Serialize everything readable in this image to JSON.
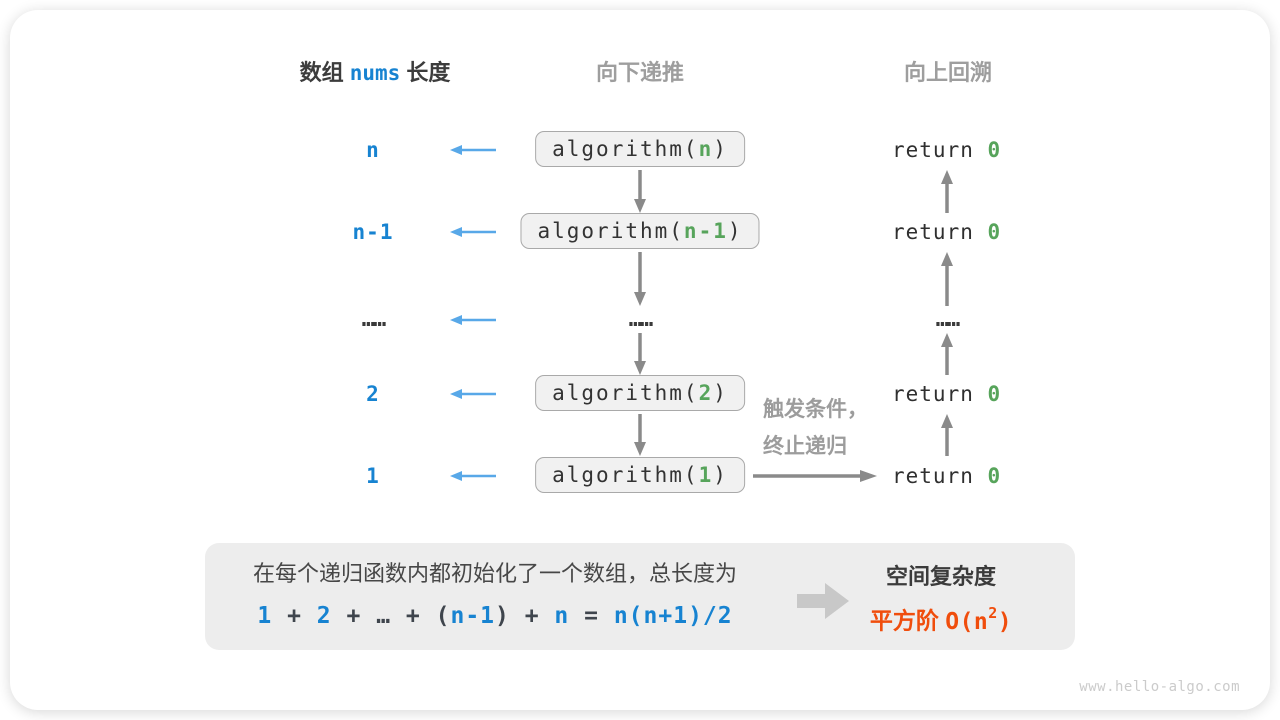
{
  "headers": {
    "left_pre": "数组 ",
    "left_code": "nums",
    "left_post": " 长度",
    "middle": "向下递推",
    "right": "向上回溯"
  },
  "rows": [
    {
      "label": "n",
      "call_pre": "algorithm(",
      "call_arg": "n",
      "call_post": ")",
      "ret_pre": "return ",
      "ret_val": "0"
    },
    {
      "label": "n-1",
      "call_pre": "algorithm(",
      "call_arg": "n-1",
      "call_post": ")",
      "ret_pre": "return ",
      "ret_val": "0"
    },
    {
      "label": "……",
      "mid_dots": "……",
      "right_dots": "……"
    },
    {
      "label": "2",
      "call_pre": "algorithm(",
      "call_arg": "2",
      "call_post": ")",
      "ret_pre": "return ",
      "ret_val": "0"
    },
    {
      "label": "1",
      "call_pre": "algorithm(",
      "call_arg": "1",
      "call_post": ")",
      "ret_pre": "return ",
      "ret_val": "0"
    }
  ],
  "trigger_note": {
    "line1": "触发条件，",
    "line2": "终止递归"
  },
  "summary": {
    "line1": "在每个递归函数内都初始化了一个数组，总长度为",
    "formula": [
      {
        "t": "1"
      },
      {
        "t": " + "
      },
      {
        "t": "2"
      },
      {
        "t": " + "
      },
      {
        "t": "…"
      },
      {
        "t": " + "
      },
      {
        "t": "("
      },
      {
        "t": "n-1"
      },
      {
        "t": ")"
      },
      {
        "t": " + "
      },
      {
        "t": "n"
      },
      {
        "t": " = "
      },
      {
        "t": "n(n+1)/2"
      }
    ],
    "result_title": "空间复杂度",
    "result_label": "平方阶 ",
    "result_o_pre": "O(n",
    "result_exp": "2",
    "result_o_post": ")"
  },
  "watermark": "www.hello-algo.com",
  "colors": {
    "label_blue": "#1783d1",
    "arrow_blue": "#58a8e8",
    "value_green": "#57a45b",
    "heading_gray": "#9e9e9e",
    "dark_text": "#3c3c3c",
    "result_orange": "#f04d0c",
    "connector_gray": "#8a8a8a",
    "box_fill": "#f1f1f1",
    "box_border": "#a9a9a9",
    "summary_fill": "#ededed"
  }
}
